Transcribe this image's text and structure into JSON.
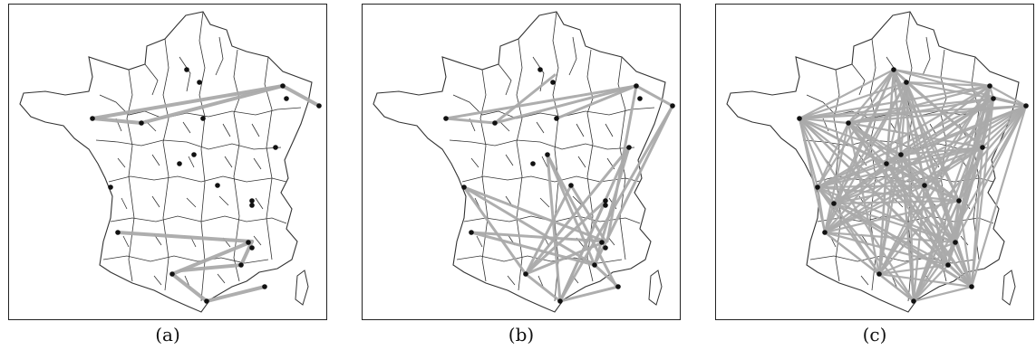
{
  "figure": {
    "panels": [
      {
        "id": "a",
        "caption": "(a)",
        "edge_density": "sparse"
      },
      {
        "id": "b",
        "caption": "(b)",
        "edge_density": "medium"
      },
      {
        "id": "c",
        "caption": "(c)",
        "edge_density": "dense"
      }
    ]
  },
  "colors": {
    "edge": "#aaaaaa",
    "node": "#111111",
    "border": "#222222",
    "map_stroke": "#333333"
  }
}
